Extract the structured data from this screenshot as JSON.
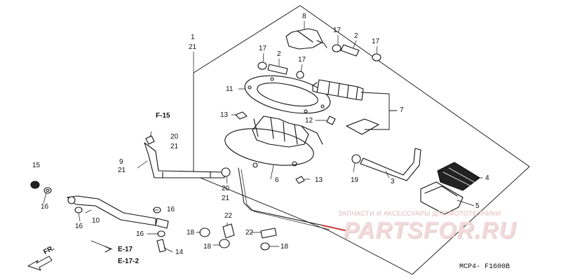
{
  "callouts": {
    "c1_1": "1",
    "c1_21": "21",
    "c8": "8",
    "c17_a": "17",
    "c2_a": "2",
    "c17_b": "17",
    "c17_c": "17",
    "c2_b": "2",
    "c17_d": "17",
    "c11": "11",
    "c7": "7",
    "c13_a": "13",
    "c12": "12",
    "c20_a": "20",
    "c21_a": "21",
    "c9": "9",
    "c21_b": "21",
    "c15": "15",
    "c16_a": "16",
    "c16_b": "16",
    "c10": "10",
    "c16_c": "16",
    "c16_d": "16",
    "c20_b": "20",
    "c21_c": "21",
    "c6": "6",
    "c13_b": "13",
    "c19": "19",
    "c3": "3",
    "c4": "4",
    "c5": "5",
    "c22_a": "22",
    "c22_b": "22",
    "c18_a": "18",
    "c18_b": "18",
    "c18_c": "18",
    "c14": "14"
  },
  "refs": {
    "f15": "F-15",
    "e17": "E-17",
    "e17_2": "E-17-2"
  },
  "direction": {
    "label": "FR."
  },
  "watermark": {
    "line": "ЗАПЧАСТИ И АКСЕССУАРЫ ДЛЯ МОТОТЕХНИКИ",
    "logo": "PARTSFOR.RU"
  },
  "footer": {
    "code": "MCP4- F1600B"
  },
  "colors": {
    "ink": "#111111",
    "watermark": "#e8c4c4"
  }
}
